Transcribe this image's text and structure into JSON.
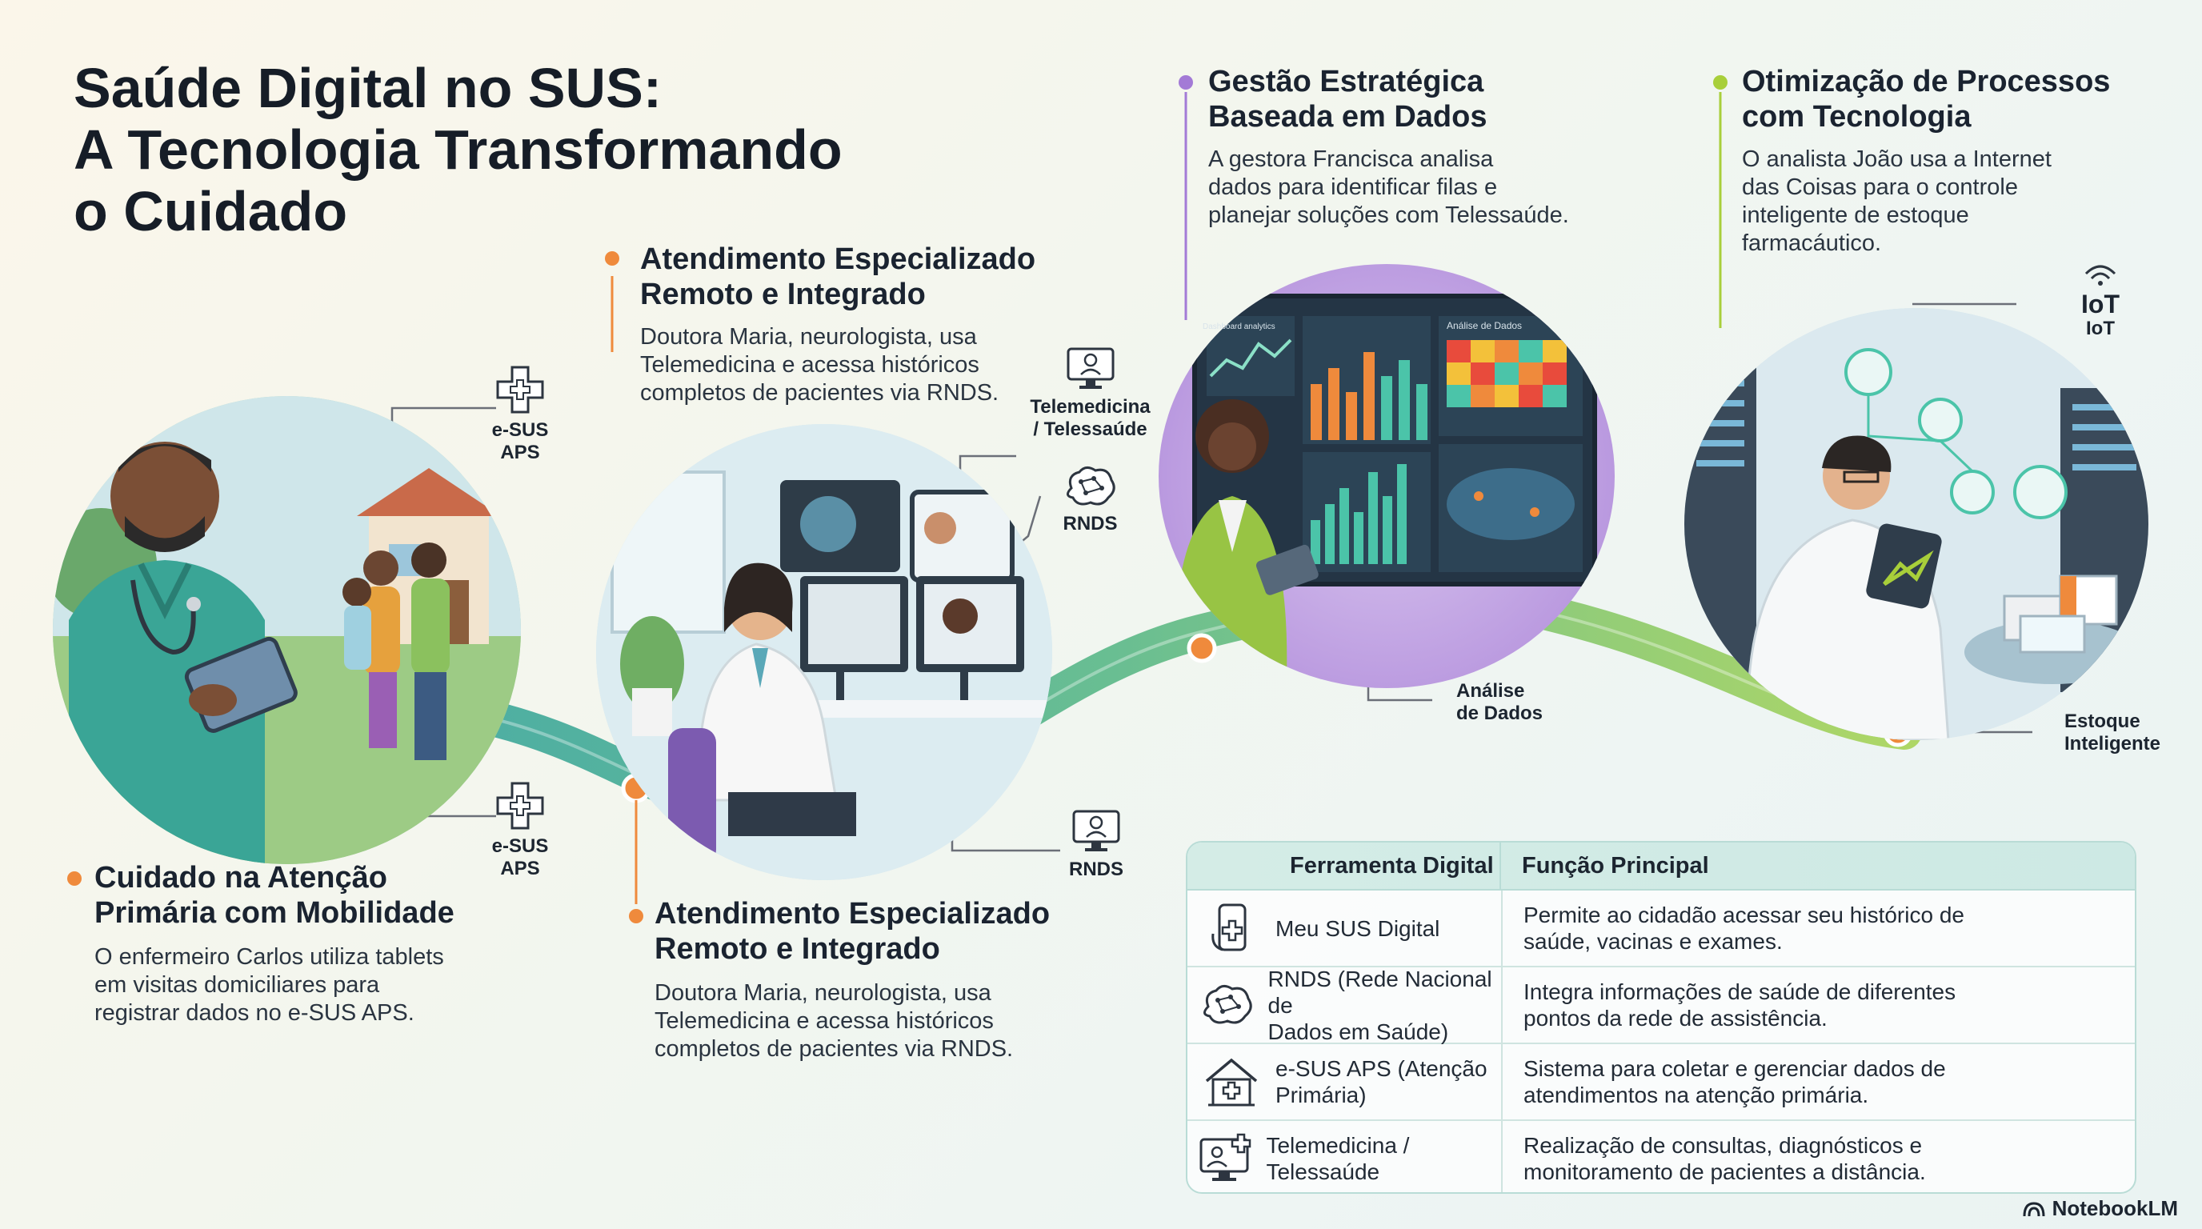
{
  "title": {
    "line1": "Saúde Digital no SUS:",
    "line2": "A Tecnologia Transformando",
    "line3": "o Cuidado"
  },
  "sections": {
    "primary": {
      "head1": "Cuidado na Atenção",
      "head2": "Primária com Mobilidade",
      "body1": "O enfermeiro Carlos utiliza tablets",
      "body2": "em visitas domiciliares para",
      "body3": "registrar dados no e-SUS APS."
    },
    "specialized_top": {
      "head1": "Atendimento Especializado",
      "head2": "Remoto e Integrado",
      "body1": "Doutora Maria, neurologista, usa",
      "body2": "Telemedicina e acessa históricos",
      "body3": "completos de pacientes via RNDS."
    },
    "specialized_bottom": {
      "head1": "Atendimento Especializado",
      "head2": "Remoto e Integrado",
      "body1": "Doutora Maria, neurologista, usa",
      "body2": "Telemedicina e acessa históricos",
      "body3": "completos de pacientes via RNDS."
    },
    "management": {
      "head1": "Gestão Estratégica",
      "head2": "Baseada em Dados",
      "body1": "A gestora Francisca analisa",
      "body2": "dados para identificar filas e",
      "body3": "planejar soluções com Telessaúde."
    },
    "optimization": {
      "head1": "Otimização de Processos",
      "head2": "com Tecnologia",
      "body1": "O analista João usa a Internet",
      "body2": "das Coisas para o controle",
      "body3": "inteligente de estoque",
      "body4": "farmacáutico."
    }
  },
  "callouts": {
    "esus_top_1": "e-SUS",
    "esus_top_2": "APS",
    "esus_bottom_1": "e-SUS",
    "esus_bottom_2": "APS",
    "tele_1": "Telemedicina",
    "tele_2": "/ Telessaúde",
    "rnds_top": "RNDS",
    "rnds_bottom": "RNDS",
    "analise_1": "Análise",
    "analise_2": "de Dados",
    "iot_big": "IoT",
    "iot_small": "IoT",
    "estoque_1": "Estoque",
    "estoque_2": "Inteligente"
  },
  "screens": {
    "dash_left": "Dashboard analytics",
    "dash_right": "Análise de Dados"
  },
  "table": {
    "header_tool": "Ferramenta Digital",
    "header_function": "Função Principal",
    "rows": [
      {
        "icon": "phone-health-icon",
        "tool1": "Meu SUS Digital",
        "tool2": "",
        "func1": "Permite ao cidadão acessar seu histórico de",
        "func2": "saúde, vacinas e exames."
      },
      {
        "icon": "brain-network-icon",
        "tool1": "RNDS (Rede Nacional de",
        "tool2": "Dados em Saúde)",
        "func1": "Integra informações de saúde de diferentes",
        "func2": "pontos da rede de assistência."
      },
      {
        "icon": "health-house-icon",
        "tool1": "e-SUS APS (Atenção",
        "tool2": "Primária)",
        "func1": "Sistema para coletar e gerenciar dados de",
        "func2": "atendimentos na atenção primária."
      },
      {
        "icon": "telemedicine-monitor-icon",
        "tool1": "Telemedicina / Telessaúde",
        "tool2": "",
        "func1": "Realização de consultas, diagnósticos e",
        "func2": "monitoramento de pacientes a distância."
      }
    ]
  },
  "brand": "NotebookLM",
  "colors": {
    "orange": "#ef8a3c",
    "purple": "#a37ad6",
    "lime": "#a8cf3a",
    "teal": "#3fa89c",
    "green_path": "#7cc36d"
  }
}
